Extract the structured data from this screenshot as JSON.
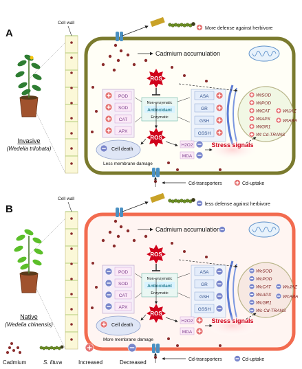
{
  "panelA": {
    "letter": "A",
    "cell_wall": "Cell wall",
    "defense": "More defense against herbivore",
    "cadmium": "Cadmium accumulation",
    "ros_top": "ROS",
    "ros_bottom": "ROS",
    "enzymes": [
      "POD",
      "SOD",
      "CAT",
      "APX"
    ],
    "antioxidant": {
      "nonenz": "Non-enzymatic",
      "title": "Antioxidant",
      "enz": "Enzymatic"
    },
    "right_enz": [
      "ASA",
      "GR",
      "GSH",
      "GSSH"
    ],
    "genes": [
      "WtSOD",
      "WtPOD",
      "WtCAT",
      "WtAPX",
      "WtGR1",
      "Wt Cd-TRANS"
    ],
    "genes_side": [
      "WtJAZ",
      "WtABA"
    ],
    "h2o2": "H2O2",
    "mda": "MDA",
    "stress": "Stress signals",
    "cell_death": "Cell death",
    "membrane": "Less membrane damage",
    "cd_transport": "Cd-transporters",
    "cd_uptake": "Cd-uptake",
    "plant_status": "Invasive",
    "plant_species": "(Wedelia trilobata)"
  },
  "panelB": {
    "letter": "B",
    "cell_wall": "Cell wall",
    "defense": "less defense against herbivore",
    "cadmium": "Cadmium accumulation",
    "ros_top": "ROS",
    "ros_bottom": "ROS",
    "enzymes": [
      "POD",
      "SOD",
      "CAT",
      "APX"
    ],
    "antioxidant": {
      "nonenz": "Non-enzymatic",
      "title": "Antioxidant",
      "enz": "Enzymatic"
    },
    "right_enz": [
      "ASA",
      "GR",
      "GSH",
      "GSSH"
    ],
    "genes": [
      "WcSOD",
      "WcPOD",
      "WcCAT",
      "WcAPX",
      "WcGR1",
      "Wc Cd-TRANS"
    ],
    "genes_side": [
      "WcJAZ",
      "WcABA"
    ],
    "h2o2": "H2O2",
    "mda": "MDA",
    "stress": "Stress signals",
    "cell_death": "Cell death",
    "membrane": "More membrane damage",
    "cd_transport": "Cd-transporters",
    "cd_uptake": "Cd-uptake",
    "plant_status": "Native",
    "plant_species": "(Wedelia chinensis)"
  },
  "legend": {
    "cadmium": "Cadmium",
    "litura": "S. litura",
    "increased": "Increased",
    "decreased": "Decreased"
  },
  "colors": {
    "increase": "#e57373",
    "decrease": "#7986cb",
    "membraneA": "#7a7a2e",
    "membraneB": "#f26b4f",
    "ros": "#d0021b",
    "stress": "#d0021b"
  }
}
